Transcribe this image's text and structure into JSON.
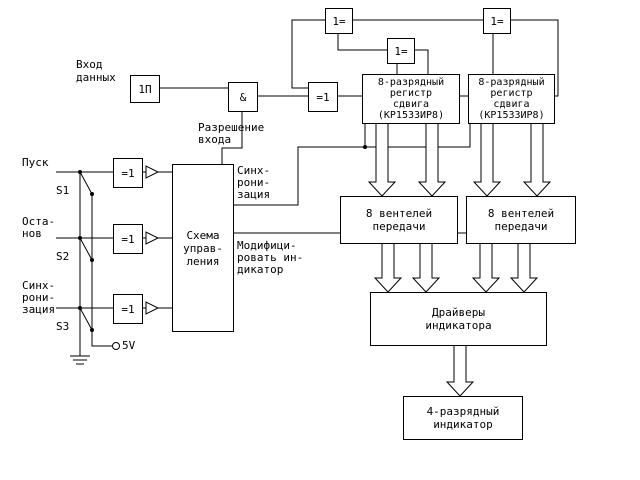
{
  "diagram": {
    "title_hidden": "",
    "colors": {
      "line": "#000000",
      "background": "#ffffff"
    },
    "blocks": {
      "pulse": "1П",
      "and_gate": "&",
      "xor_input": "=1",
      "xor_fb_topleft": "1=",
      "xor_fb_mid": "1=",
      "xor_fb_topright": "1=",
      "xor_sw1": "=1",
      "xor_sw2": "=1",
      "xor_sw3": "=1",
      "reg1": "8-разрядный\nрегистр\nсдвига\n(КР1533ИР8)",
      "reg2": "8-разрядный\nрегистр\nсдвига\n(КР1533ИР8)",
      "control": "Схема\nуправ-\nления",
      "gates1": "8 вентелей\nпередачи",
      "gates2": "8 вентелей\nпередачи",
      "drivers": "Драйверы\nиндикатора",
      "indicator": "4-разрядный\nиндикатор"
    },
    "labels": {
      "data_input": "Вход\nданных",
      "input_enable": "Разрешение\nвхода",
      "start": "Пуск",
      "stop": "Оста-\nнов",
      "sync_left": "Синх-\nрони-\nзация",
      "sync_mid": "Синх-\nрони-\nзация",
      "modify": "Модифици-\nровать ин-\nдикатор",
      "s1": "S1",
      "s2": "S2",
      "s3": "S3",
      "power": "5V"
    }
  }
}
